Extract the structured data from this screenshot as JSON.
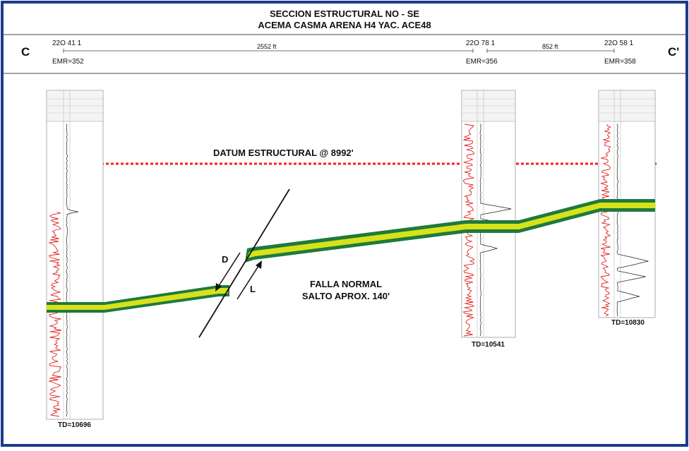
{
  "title": {
    "line1": "SECCION ESTRUCTURAL NO - SE",
    "line2": "ACEMA CASMA ARENA H4 YAC. ACE48"
  },
  "section_ends": {
    "left": "C",
    "right": "C'"
  },
  "wells": [
    {
      "name": "22O 41 1",
      "emr": "EMR=352",
      "td": "TD=10696"
    },
    {
      "name": "22O 78 1",
      "emr": "EMR=356",
      "td": "TD=10541"
    },
    {
      "name": "22O 58 1",
      "emr": "EMR=358",
      "td": "TD=10830"
    }
  ],
  "distances": [
    "2552 ft",
    "852 ft"
  ],
  "datum_label": "DATUM ESTRUCTURAL @ 8992'",
  "fault": {
    "label_line1": "FALLA NORMAL",
    "label_line2": "SALTO APROX. 140'",
    "down_label": "D",
    "up_label": "L"
  },
  "colors": {
    "frame_blue": "#1e3a8a",
    "datum_red": "#ff1a1a",
    "sand_yellow": "#d7e21a",
    "sand_green": "#1f7a3c",
    "log_red": "#e0201a"
  }
}
